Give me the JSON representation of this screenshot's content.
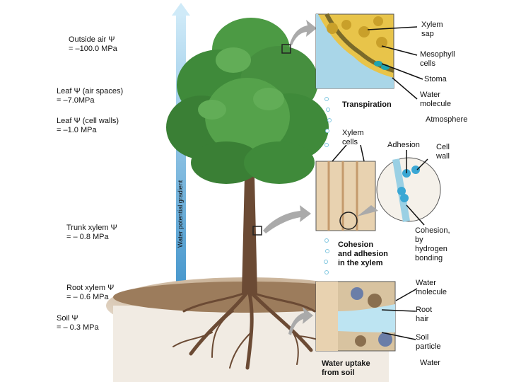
{
  "left_labels": {
    "outside_air_line1": "Outside air Ψ",
    "outside_air_line2": "= –100.0 MPa",
    "leaf_air_line1": "Leaf Ψ (air spaces)",
    "leaf_air_line2": "= –7.0MPa",
    "leaf_cell_line1": "Leaf Ψ (cell walls)",
    "leaf_cell_line2": "= –1.0 MPa",
    "trunk_line1": "Trunk xylem Ψ",
    "trunk_line2": "= – 0.8 MPa",
    "root_line1": "Root xylem Ψ",
    "root_line2": "= – 0.6 MPa",
    "soil_line1": "Soil Ψ",
    "soil_line2": "= – 0.3 MPa"
  },
  "gradient_label": "Water potential gradient",
  "right_labels": {
    "xylem_sap": "Xylem\nsap",
    "mesophyll": "Mesophyll\ncells",
    "stoma": "Stoma",
    "water_molecule_top": "Water\nmolecule",
    "transpiration": "Transpiration",
    "atmosphere": "Atmosphere",
    "xylem_cells": "Xylem\ncells",
    "adhesion": "Adhesion",
    "cell_wall": "Cell\nwall",
    "cohesion_adhesion": "Cohesion\nand adhesion\nin the xylem",
    "cohesion_bonding": "Cohesion,\nby\nhydrogen\nbonding",
    "water_molecule_bottom": "Water\nmolecule",
    "root_hair": "Root\nhair",
    "soil_particle": "Soil\nparticle",
    "water": "Water",
    "water_uptake": "Water uptake\nfrom soil"
  },
  "colors": {
    "gradient_arrow": "#4aa3d8",
    "foliage": "#3f8a3a",
    "trunk": "#6b4a34",
    "soil": "#a88a6a",
    "water": "#8fd3ec"
  }
}
